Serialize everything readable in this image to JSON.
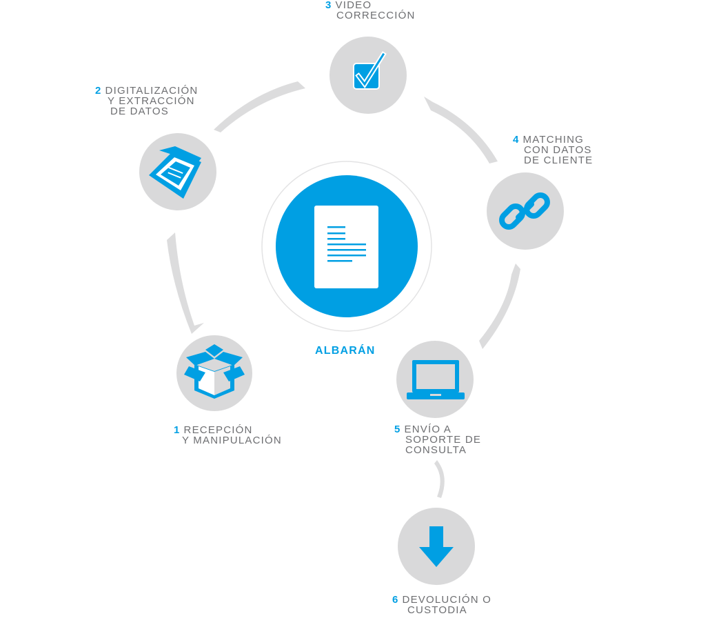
{
  "colors": {
    "accent": "#009fe3",
    "step_circle": "#d9d9da",
    "arrow": "#dcdcdd",
    "text": "#6d6e71",
    "white": "#ffffff"
  },
  "center": {
    "label": "ALBARÁN",
    "icon": "document-icon"
  },
  "steps": [
    {
      "number": "1",
      "lines": [
        "RECEPCIÓN",
        "Y MANIPULACIÓN"
      ],
      "icon": "open-box-icon"
    },
    {
      "number": "2",
      "lines": [
        "DIGITALIZACIÓN",
        "Y EXTRACCIÓN",
        "DE DATOS"
      ],
      "icon": "scanner-icon"
    },
    {
      "number": "3",
      "lines": [
        "VIDEO",
        "CORRECCIÓN"
      ],
      "icon": "checkbox-icon"
    },
    {
      "number": "4",
      "lines": [
        "MATCHING",
        "CON DATOS",
        "DE CLIENTE"
      ],
      "icon": "chain-link-icon"
    },
    {
      "number": "5",
      "lines": [
        "ENVÍO A",
        "SOPORTE DE",
        "CONSULTA"
      ],
      "icon": "laptop-icon"
    },
    {
      "number": "6",
      "lines": [
        "DEVOLUCIÓN O",
        "CUSTODIA"
      ],
      "icon": "download-arrow-icon"
    }
  ]
}
